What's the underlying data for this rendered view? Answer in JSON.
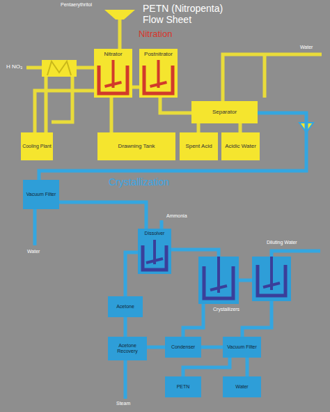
{
  "diagram": {
    "title": "PETN (Nitropenta) Flow Sheet",
    "nodes": [
      {
        "text": [
          "Nitrator"
        ]
      },
      {
        "text": [
          "Postnitrator"
        ]
      },
      {
        "text": [
          "Separator"
        ]
      },
      {
        "text": [
          "Cooling Plant"
        ]
      },
      {
        "text": [
          "Drawning Tank"
        ]
      },
      {
        "text": [
          "Spent Acid"
        ]
      },
      {
        "text": [
          "Acidic Water"
        ]
      },
      {
        "text": [
          "Vacuum Filter"
        ]
      },
      {
        "text": [
          "Dissolver"
        ]
      },
      {
        "text": [
          "Acetone"
        ]
      },
      {
        "text": [
          "Acetone Recovery"
        ]
      },
      {
        "text": [
          "Condenser"
        ]
      },
      {
        "text": [
          "Vacuum Filter"
        ]
      },
      {
        "text": [
          "PETN"
        ]
      },
      {
        "text": [
          "Water"
        ]
      }
    ],
    "edges": [
      {
        "from": 0,
        "to": 1,
        "arrow": "none"
      },
      {
        "from": 1,
        "to": 2,
        "arrow": "none"
      },
      {
        "from": 2,
        "to": 5,
        "arrow": "none"
      },
      {
        "from": 2,
        "to": 6,
        "arrow": "none"
      },
      {
        "from": 0,
        "to": 4,
        "arrow": "none"
      },
      {
        "from": 0,
        "to": 3,
        "arrow": "none"
      },
      {
        "from": 2,
        "to": 7,
        "arrow": "none"
      },
      {
        "from": 7,
        "to": 8,
        "arrow": "none"
      },
      {
        "from": 9,
        "to": 8,
        "arrow": "none"
      },
      {
        "from": 10,
        "to": 9,
        "arrow": "none"
      },
      {
        "from": 11,
        "to": 10,
        "arrow": "none"
      },
      {
        "from": 12,
        "to": 11,
        "arrow": "none"
      },
      {
        "from": 12,
        "to": 13,
        "arrow": "none"
      },
      {
        "from": 12,
        "to": 14,
        "arrow": "none"
      }
    ],
    "labels": [
      "Pentaerythritol",
      "Nitration",
      "H NO₃",
      "Water",
      "Crystallization",
      "Water",
      "Ammonia",
      "Diluting Water",
      "Crystallizers",
      "Steam"
    ]
  }
}
